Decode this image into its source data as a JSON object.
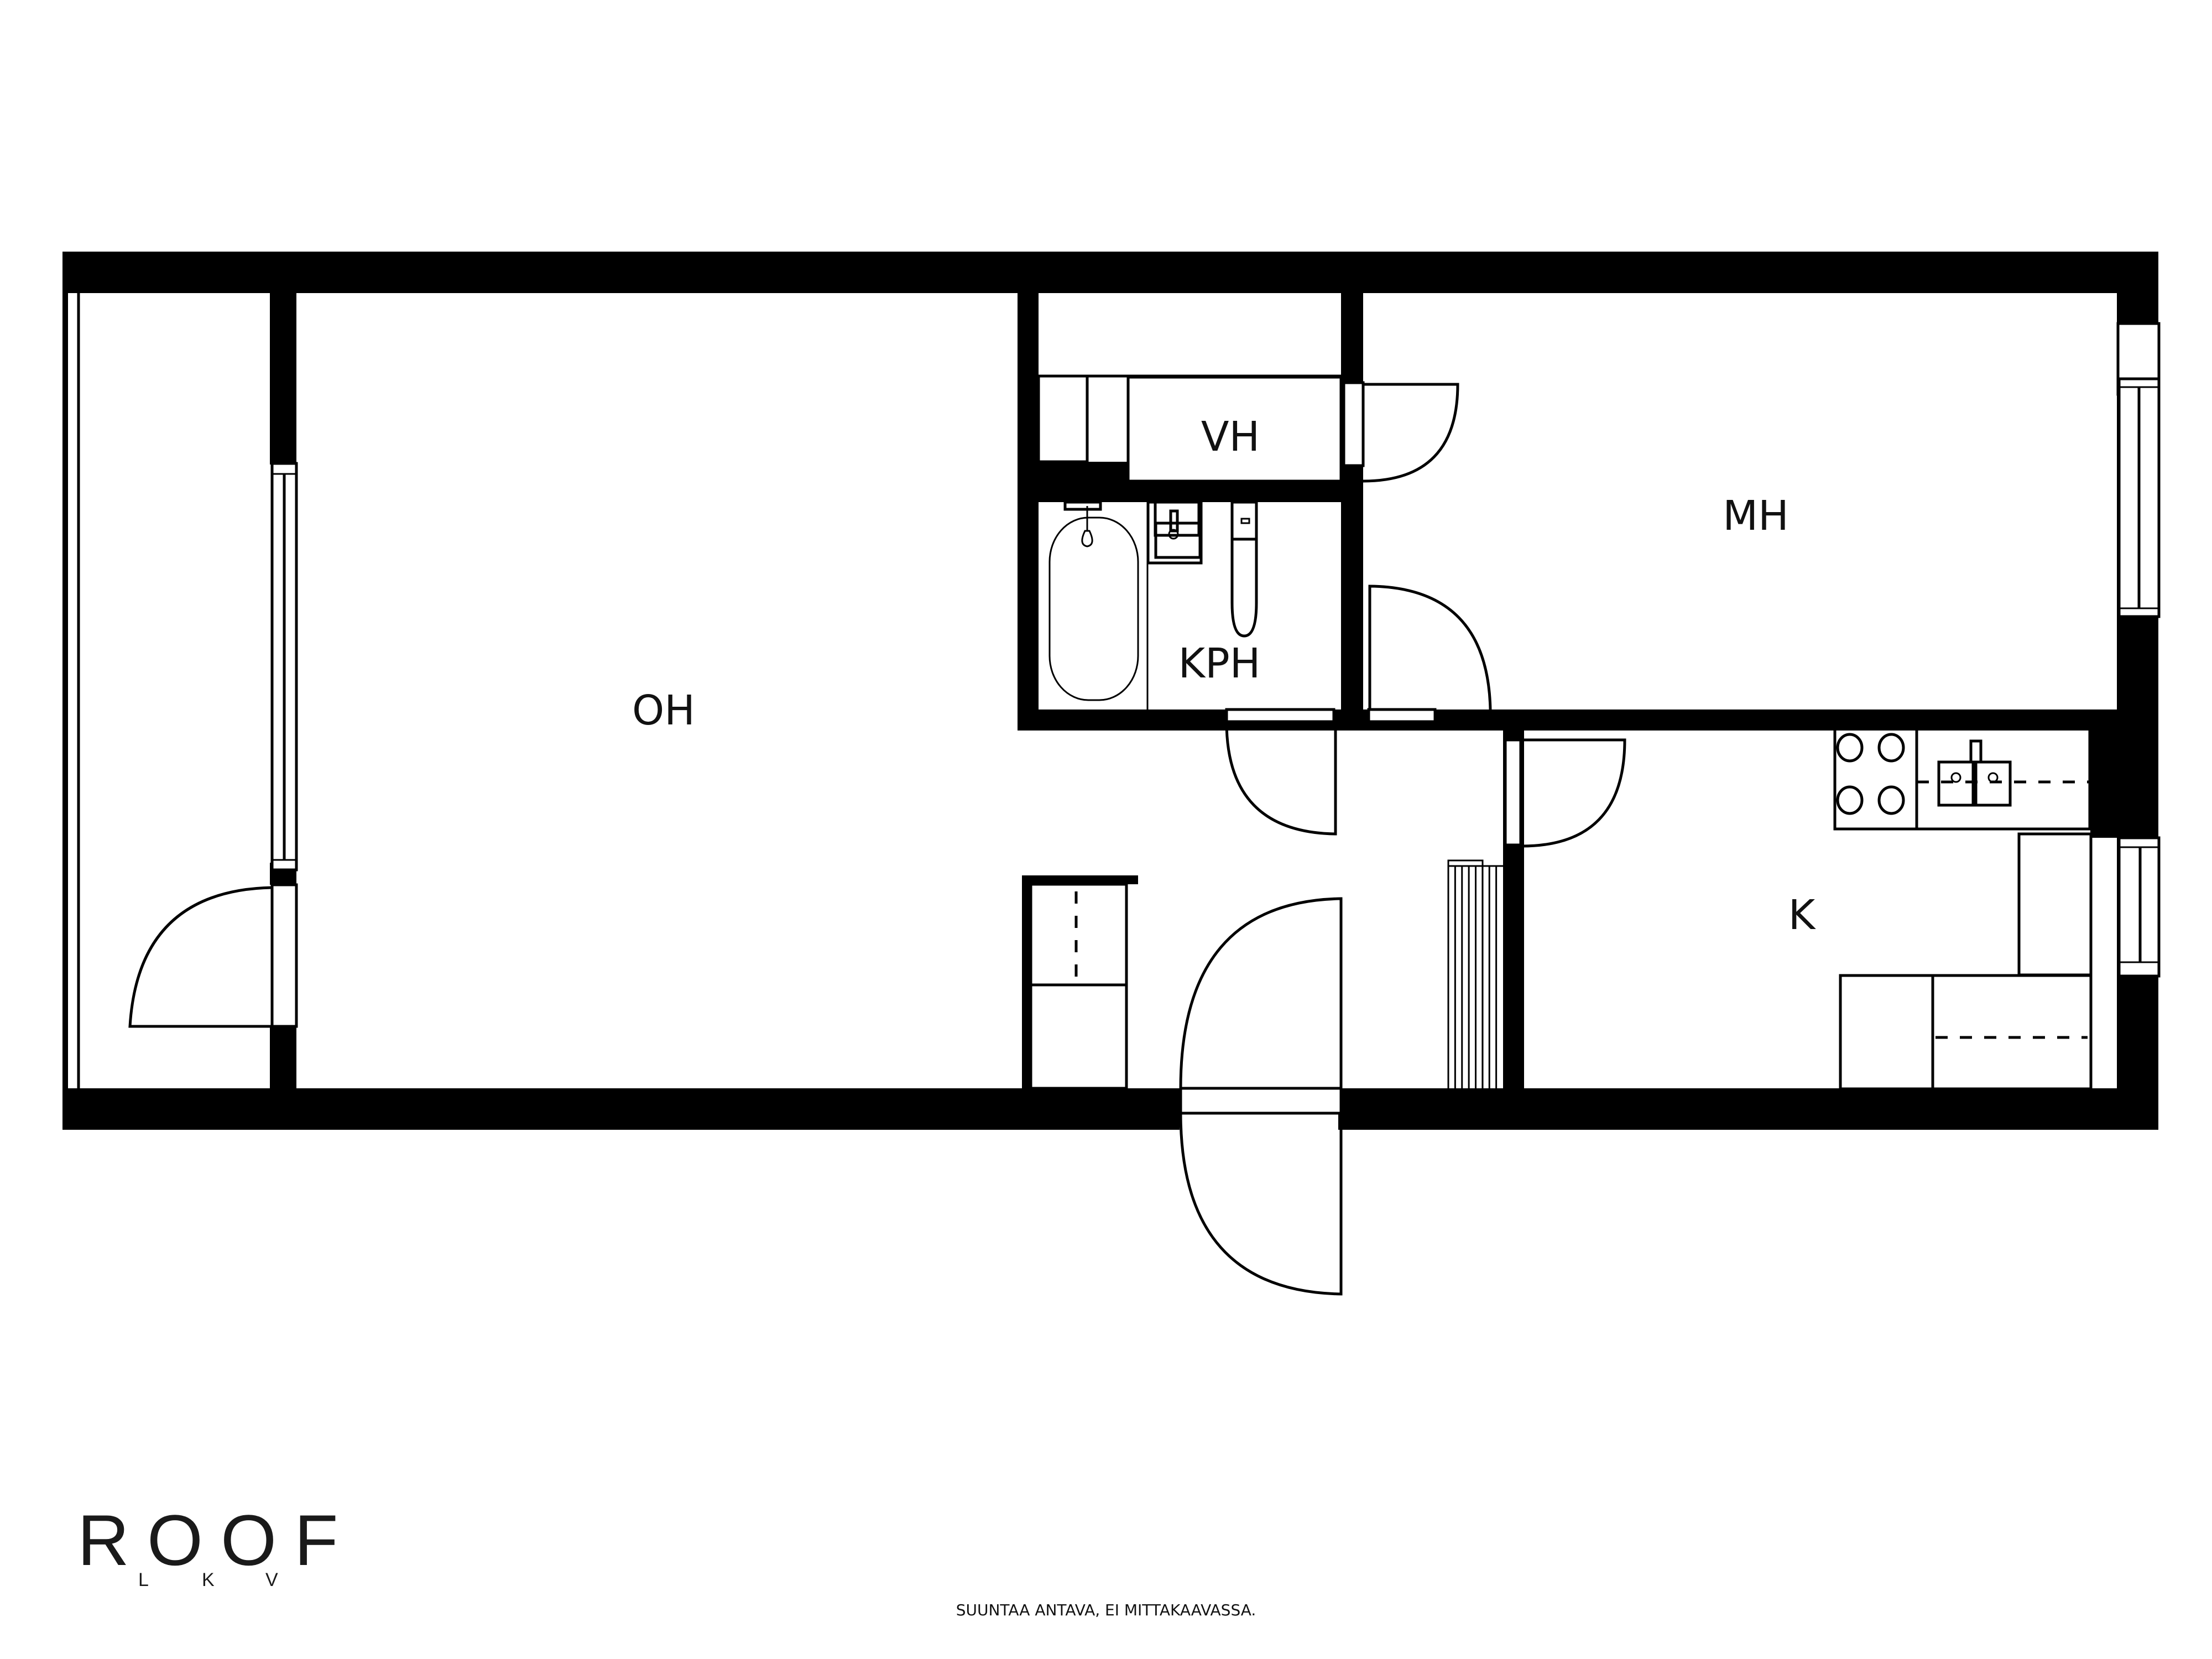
{
  "plan": {
    "rooms": {
      "oh": "OH",
      "vh": "VH",
      "kph": "KPH",
      "mh": "MH",
      "k": "K"
    }
  },
  "branding": {
    "logo_main": "ROOF",
    "logo_sub": [
      "L",
      "K",
      "V"
    ]
  },
  "footer": {
    "disclaimer": "SUUNTAA ANTAVA, EI MITTAKAAVASSA."
  },
  "colors": {
    "ink": "#000000",
    "background": "#ffffff"
  }
}
